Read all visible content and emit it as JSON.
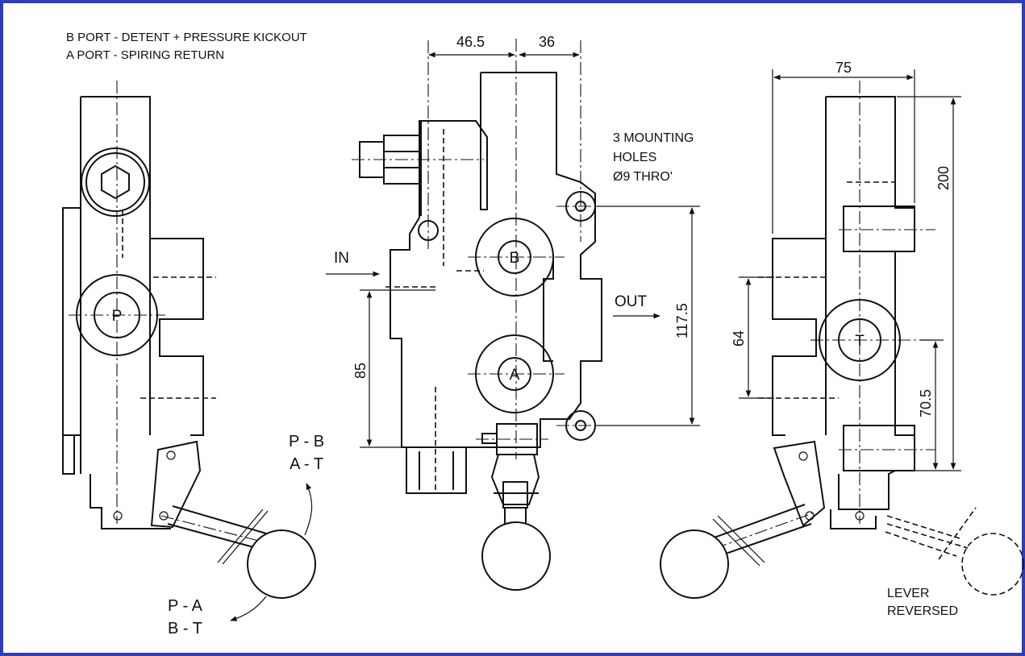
{
  "notes": {
    "line1": "B PORT - DETENT + PRESSURE KICKOUT",
    "line2": "A PORT - SPIRING RETURN"
  },
  "ports": {
    "p": "P",
    "b": "B",
    "a": "A",
    "t": "T"
  },
  "flow": {
    "in": "IN",
    "out": "OUT"
  },
  "mounting": {
    "line1": "3 MOUNTING",
    "line2": "HOLES",
    "line3": "Ø9 THRO'"
  },
  "dimensions": {
    "d46": "46.5",
    "d36": "36",
    "d75": "75",
    "d200": "200",
    "d117": "117.5",
    "d85": "85",
    "d64": "64",
    "d70": "70.5"
  },
  "lever_positions": {
    "pb": "P - B",
    "at": "A - T",
    "pa": "P - A",
    "bt": "B - T"
  },
  "lever_reversed": {
    "line1": "LEVER",
    "line2": "REVERSED"
  },
  "colors": {
    "frame": "#2f3bbd",
    "line": "#111111"
  }
}
